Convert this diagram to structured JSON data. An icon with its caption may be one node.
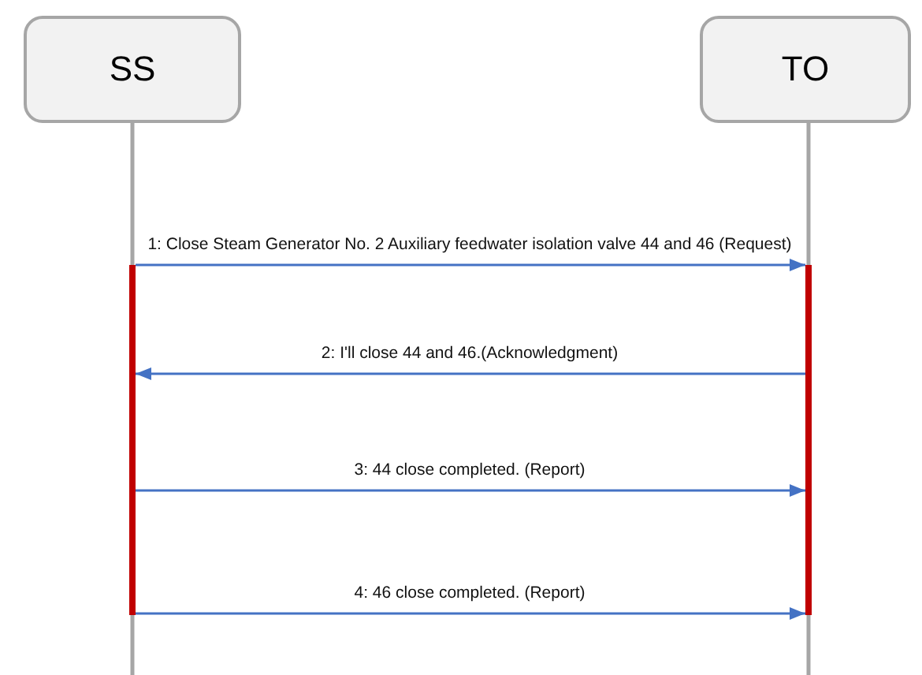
{
  "diagram": {
    "nodes": [
      {
        "text": [
          "SS"
        ]
      },
      {
        "text": [
          "TO"
        ]
      },
      {
        "text": [],
        "shape": "bar"
      },
      {
        "text": [],
        "shape": "bar"
      }
    ],
    "edges": [
      {
        "from": 2,
        "to": 3,
        "arrow": "to",
        "label": "1: Close Steam Generator No. 2 Auxiliary feedwater isolation valve 44 and 46 (Request)"
      },
      {
        "from": 3,
        "to": 2,
        "arrow": "to",
        "label": "2: I'll close 44 and 46.(Acknowledgment)"
      },
      {
        "from": 2,
        "to": 3,
        "arrow": "to",
        "label": "3: 44 close completed. (Report)"
      },
      {
        "from": 2,
        "to": 3,
        "arrow": "to",
        "label": "4: 46 close completed. (Report)"
      }
    ]
  }
}
